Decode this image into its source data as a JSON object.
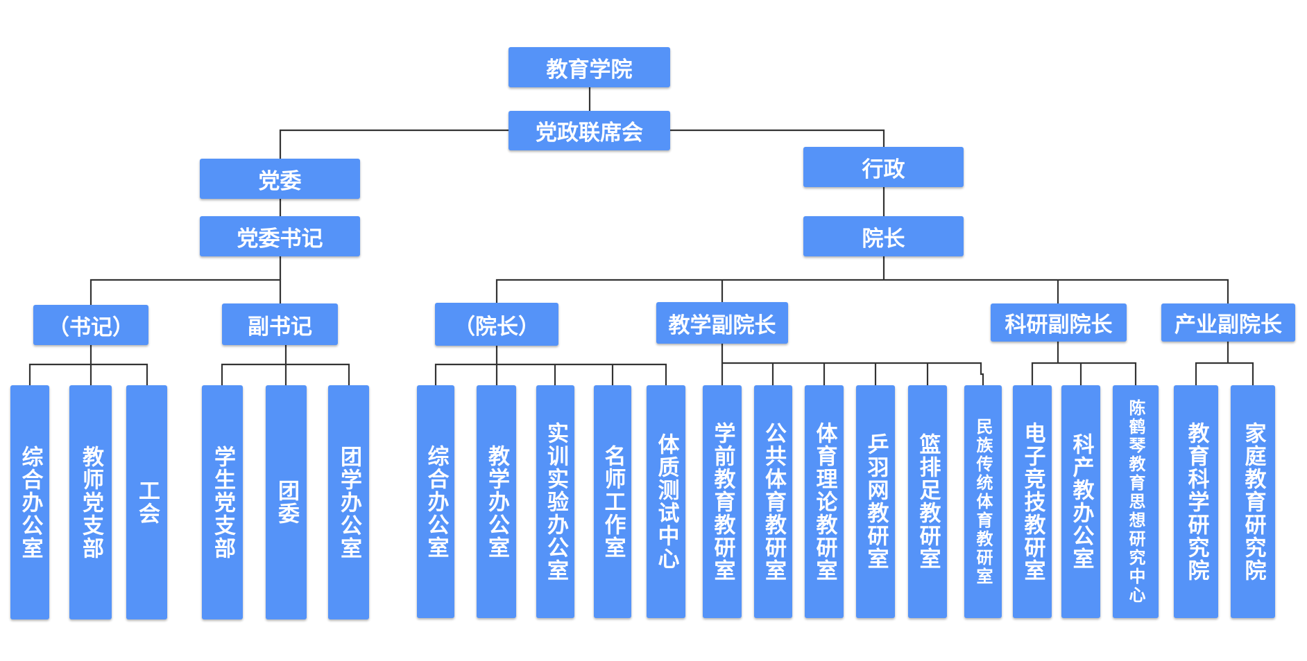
{
  "root": "教育学院",
  "joint_meeting": "党政联席会",
  "party": {
    "committee": "党委",
    "secretary": "党委书记",
    "roles": [
      "（书记）",
      "副书记"
    ],
    "units_secretary": [
      "综合办公室",
      "教师党支部",
      "工会"
    ],
    "units_deputy": [
      "学生党支部",
      "团委",
      "团学办公室"
    ]
  },
  "admin": {
    "title": "行政",
    "dean": "院长",
    "roles": [
      "（院长）",
      "教学副院长",
      "科研副院长",
      "产业副院长"
    ],
    "units_dean": [
      "综合办公室",
      "教学办公室",
      "实训实验办公室",
      "名师工作室",
      "体质测试中心"
    ],
    "units_teaching": [
      "学前教育教研室",
      "公共体育教研室",
      "体育理论教研室",
      "乒羽网教研室",
      "篮排足教研室",
      "民族传统体育教研室",
      "电子竞技教研室"
    ],
    "units_research": [
      "科产教办公室",
      "陈鹤琴教育思想研究中心"
    ],
    "units_industry": [
      "教育科学研究院",
      "家庭教育研究院"
    ]
  },
  "colors": {
    "box": "#5593F8",
    "line": "#333333",
    "text": "#ffffff"
  }
}
